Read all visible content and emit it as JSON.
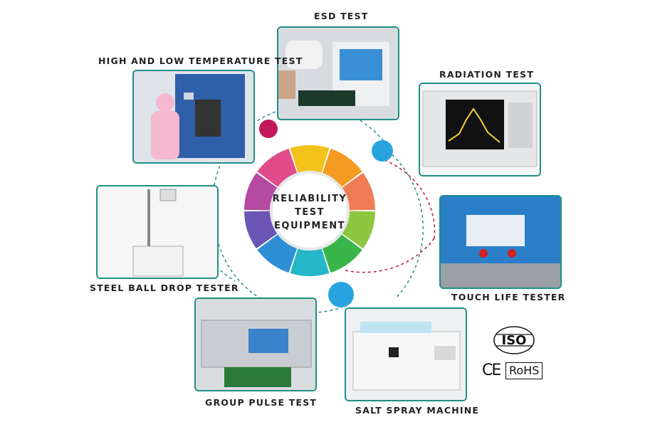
{
  "center": {
    "line1": "RELIABILITY",
    "line2": "TEST",
    "line3": "EQUIPMENT"
  },
  "labels": {
    "high_low_temp": "HIGH AND LOW TEMPERATURE TEST",
    "esd": "ESD TEST",
    "radiation": "RADIATION TEST",
    "touch_life": "TOUCH LIFE TESTER",
    "salt_spray": "SALT SPRAY MACHINE",
    "group_pulse": "GROUP PULSE TEST",
    "steel_ball": "STEEL BALL DROP TESTER"
  },
  "certifications": {
    "iso": "ISO",
    "ce": "CE",
    "rohs": "RoHS"
  },
  "colors": {
    "frame": "#1f8f86",
    "dot_magenta": "#c2185b",
    "dot_blue": "#29a3e0",
    "dash_teal": "#2a8b8b",
    "dash_red": "#b5174f",
    "ring_segments": [
      "#f3c21b",
      "#f59a23",
      "#f07c55",
      "#8dc63f",
      "#3ab54a",
      "#26b6c9",
      "#2e8fd6",
      "#6c56b5",
      "#b44aa1",
      "#e24b8a"
    ]
  }
}
